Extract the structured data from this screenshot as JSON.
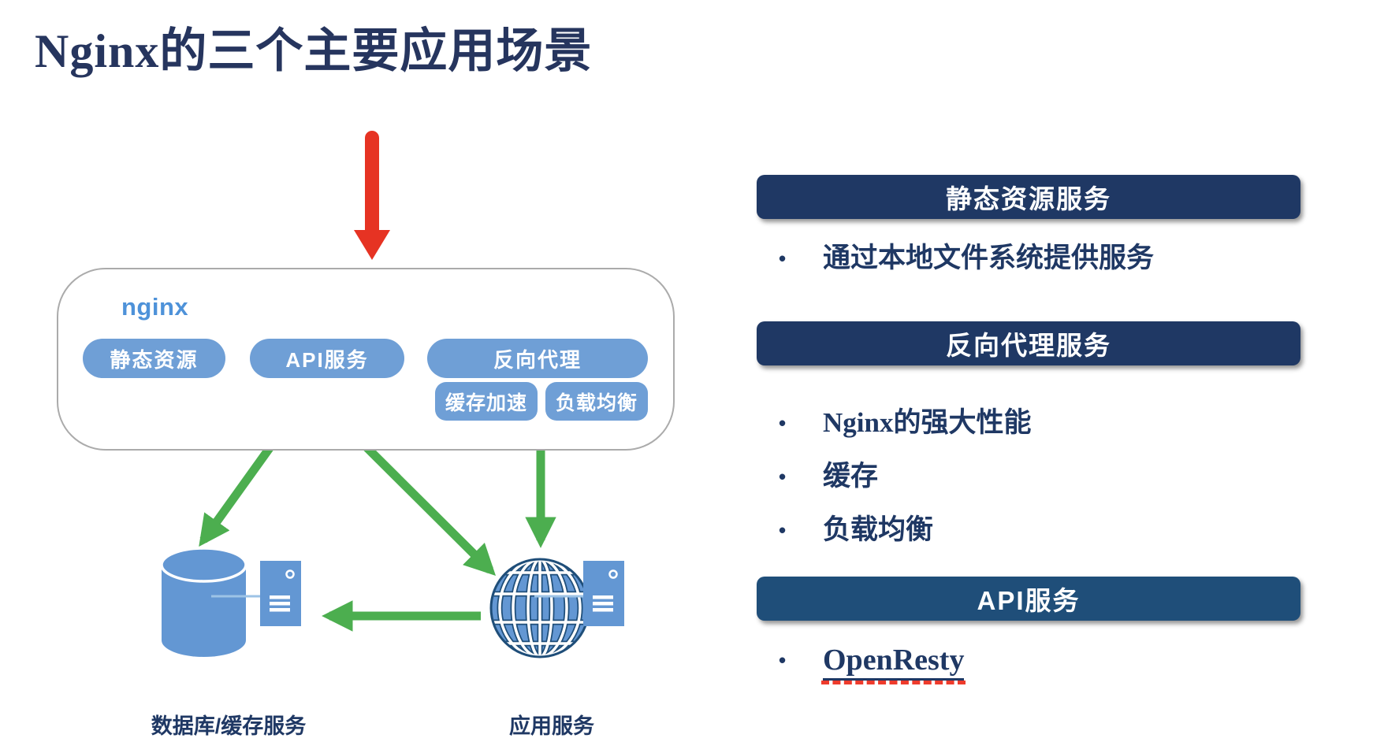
{
  "title": "Nginx的三个主要应用场景",
  "diagram": {
    "nginx_logo": "nginx",
    "pill_static": "静态资源",
    "pill_api": "API服务",
    "pill_proxy": "反向代理",
    "pill_cache": "缓存加速",
    "pill_lb": "负载均衡",
    "label_database": "数据库/缓存服务",
    "label_app": "应用服务"
  },
  "panels": [
    {
      "header": "静态资源服务",
      "bullets": [
        "通过本地文件系统提供服务"
      ]
    },
    {
      "header": "反向代理服务",
      "bullets": [
        "Nginx的强大性能",
        "缓存",
        "负载均衡"
      ]
    },
    {
      "header": "API服务",
      "bullets": [
        "OpenResty"
      ]
    }
  ],
  "colors": {
    "title_navy": "#26355E",
    "bar_navy": "#1F3864",
    "bar_steel_blue": "#1F4E79",
    "pill_blue": "#6F9FD6",
    "icon_blue": "#6397D3",
    "nginx_logo_blue": "#4E92D9",
    "arrow_green": "#4CAE4F",
    "arrow_red": "#E63323",
    "spellcheck_red": "#EE3B2C",
    "container_border_gray": "#ABABAB",
    "connector_light_blue": "#9DC3E6"
  }
}
